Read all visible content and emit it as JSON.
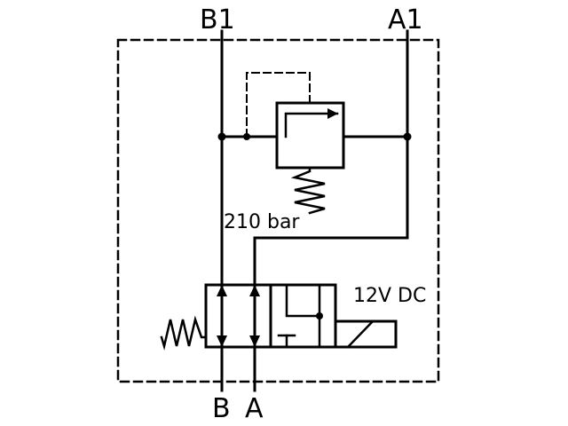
{
  "ports": {
    "b1": "B1",
    "a1": "A1",
    "b": "B",
    "a": "A"
  },
  "relief_valve": {
    "setting": "210 bar"
  },
  "solenoid": {
    "voltage": "12V DC"
  },
  "colors": {
    "line": "#000000",
    "background": "#ffffff"
  }
}
